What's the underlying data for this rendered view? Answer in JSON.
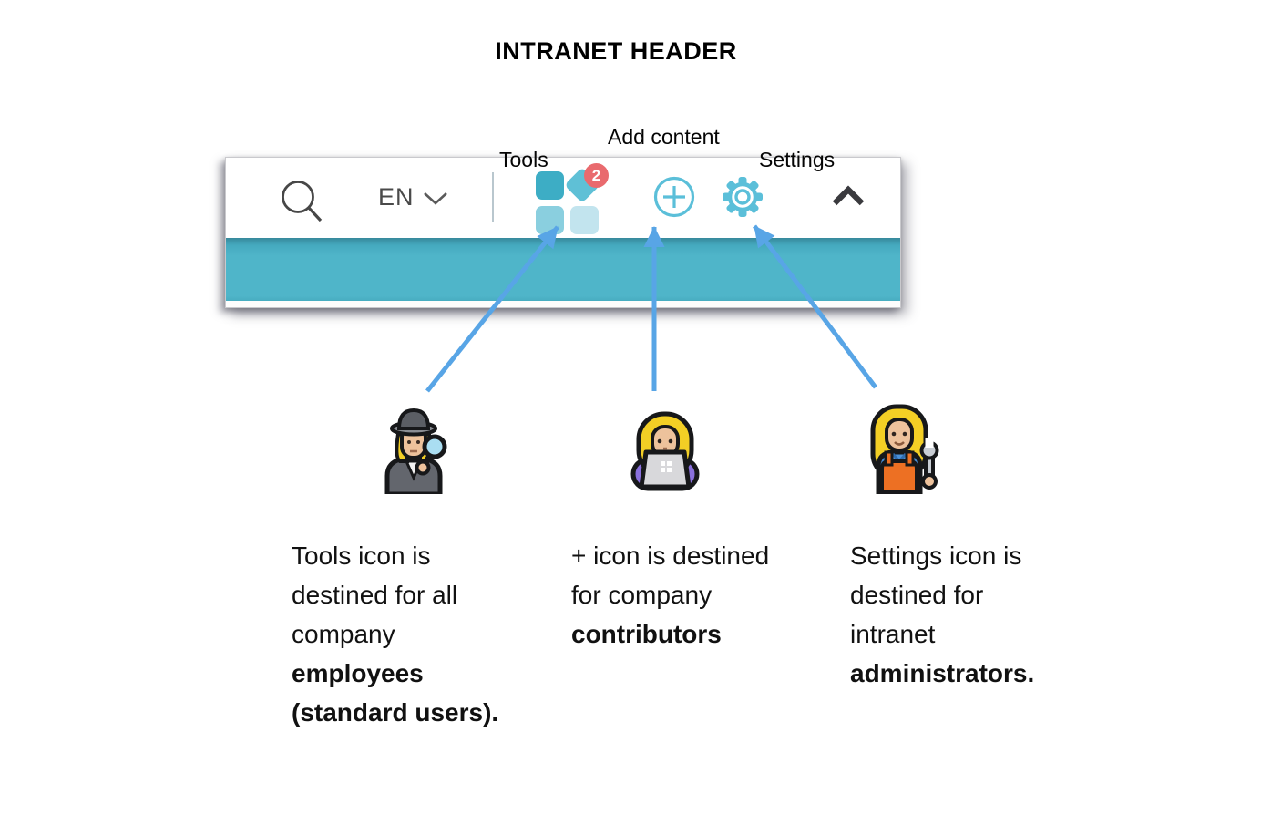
{
  "title": "INTRANET HEADER",
  "header": {
    "language": "EN",
    "tools_badge_count": "2"
  },
  "callouts": {
    "tools": "Tools",
    "add_content": "Add content",
    "settings": "Settings"
  },
  "personas": [
    {
      "emoji": "woman-detective",
      "lines": [
        {
          "t": "Tools icon is",
          "b": false
        },
        {
          "t": "destined for all",
          "b": false
        },
        {
          "t": "company",
          "b": false
        },
        {
          "t": "employees",
          "b": true
        },
        {
          "t": "(standard users).",
          "b": true
        }
      ]
    },
    {
      "emoji": "woman-technologist",
      "lines": [
        {
          "t": "+ icon is destined",
          "b": false
        },
        {
          "t": "for company",
          "b": false
        },
        {
          "t": "contributors",
          "b": true
        }
      ]
    },
    {
      "emoji": "woman-mechanic",
      "lines": [
        {
          "t": "Settings icon is",
          "b": false
        },
        {
          "t": "destined for",
          "b": false
        },
        {
          "t": "intranet",
          "b": false
        },
        {
          "t": "administrators.",
          "b": true
        }
      ]
    }
  ],
  "colors": {
    "teal_bar": "#4fb5c9",
    "teal_bar_top": "#37899c",
    "icon_teal": "#5bbfd9",
    "icon_gray": "#474747",
    "tools_tiles": [
      "#3dadc5",
      "#5fc0d6",
      "#8acfdf",
      "#c2e4ee"
    ],
    "badge_red": "#e96a6e",
    "arrow_blue": "#58a5e6"
  }
}
